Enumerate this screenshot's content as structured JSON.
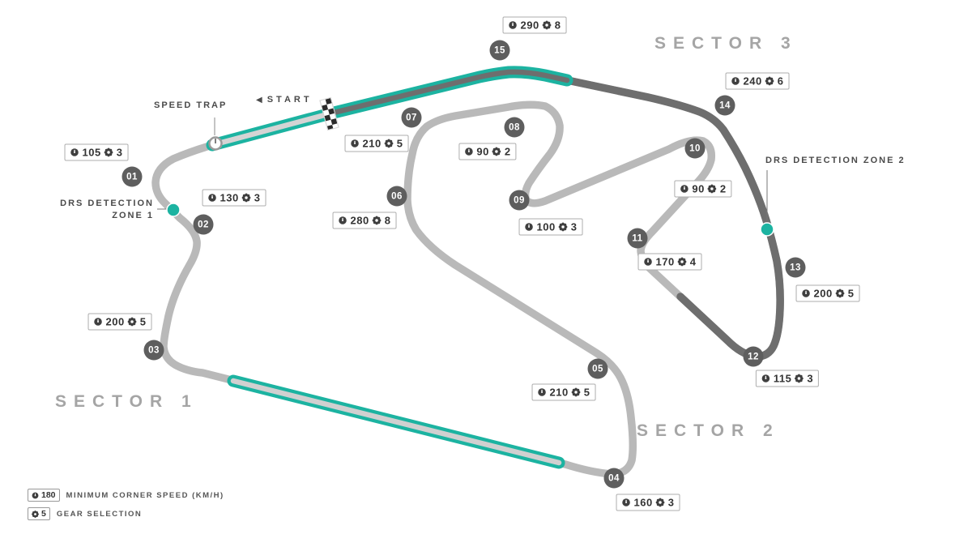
{
  "colors": {
    "teal": "#1cb3a1",
    "track_light": "#b9b9b9",
    "track_dark": "#6e6e6e",
    "badge_bg": "#5e5e5e",
    "background": "#ffffff"
  },
  "sectors": [
    {
      "label": "SECTOR 1"
    },
    {
      "label": "SECTOR 2"
    },
    {
      "label": "SECTOR 3"
    }
  ],
  "start": {
    "arrow": "◀",
    "label": "START"
  },
  "speed_trap": {
    "label": "SPEED TRAP"
  },
  "drs": {
    "zone1_line1": "DRS DETECTION",
    "zone1_line2": "ZONE 1",
    "zone2_label": "DRS DETECTION ZONE 2"
  },
  "legend": {
    "speed_value": "180",
    "speed_text": "MINIMUM CORNER SPEED (KM/H)",
    "gear_value": "5",
    "gear_text": "GEAR SELECTION"
  },
  "corners": [
    {
      "number": "01",
      "speed": "105",
      "gear": "3"
    },
    {
      "number": "02",
      "speed": "130",
      "gear": "3"
    },
    {
      "number": "03",
      "speed": "200",
      "gear": "5"
    },
    {
      "number": "04",
      "speed": "160",
      "gear": "3"
    },
    {
      "number": "05",
      "speed": "210",
      "gear": "5"
    },
    {
      "number": "06",
      "speed": "280",
      "gear": "8"
    },
    {
      "number": "07",
      "speed": "210",
      "gear": "5"
    },
    {
      "number": "08",
      "speed": "90",
      "gear": "2"
    },
    {
      "number": "09",
      "speed": "100",
      "gear": "3"
    },
    {
      "number": "10",
      "speed": "90",
      "gear": "2"
    },
    {
      "number": "11",
      "speed": "170",
      "gear": "4"
    },
    {
      "number": "12",
      "speed": "115",
      "gear": "3"
    },
    {
      "number": "13",
      "speed": "200",
      "gear": "5"
    },
    {
      "number": "14",
      "speed": "240",
      "gear": "6"
    },
    {
      "number": "15",
      "speed": "290",
      "gear": "8"
    }
  ]
}
